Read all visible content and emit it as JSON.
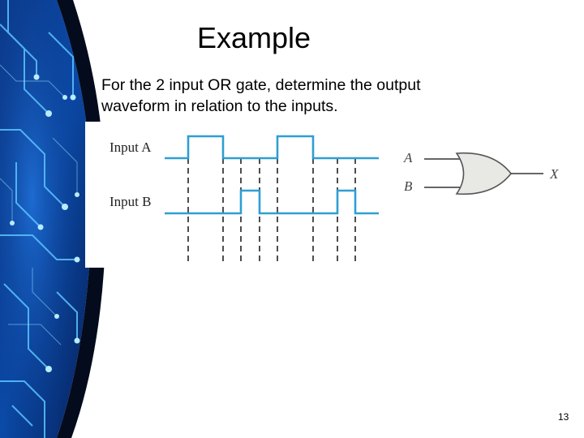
{
  "slide": {
    "title": "Example",
    "body_line1": "For the 2 input OR gate, determine the output",
    "body_line2": "waveform in relation to the inputs.",
    "page_number": "13"
  },
  "diagram": {
    "input_a_label": "Input A",
    "input_b_label": "Input B",
    "gate_input_a": "A",
    "gate_input_b": "B",
    "gate_output": "X",
    "gate_type": "OR"
  },
  "colors": {
    "background_dark": "#05153a",
    "background_blue": "#0e4fae",
    "circuit_glow": "#4fb6ff",
    "waveform": "#2e9fd2",
    "gate_fill": "#e8e8e4"
  }
}
